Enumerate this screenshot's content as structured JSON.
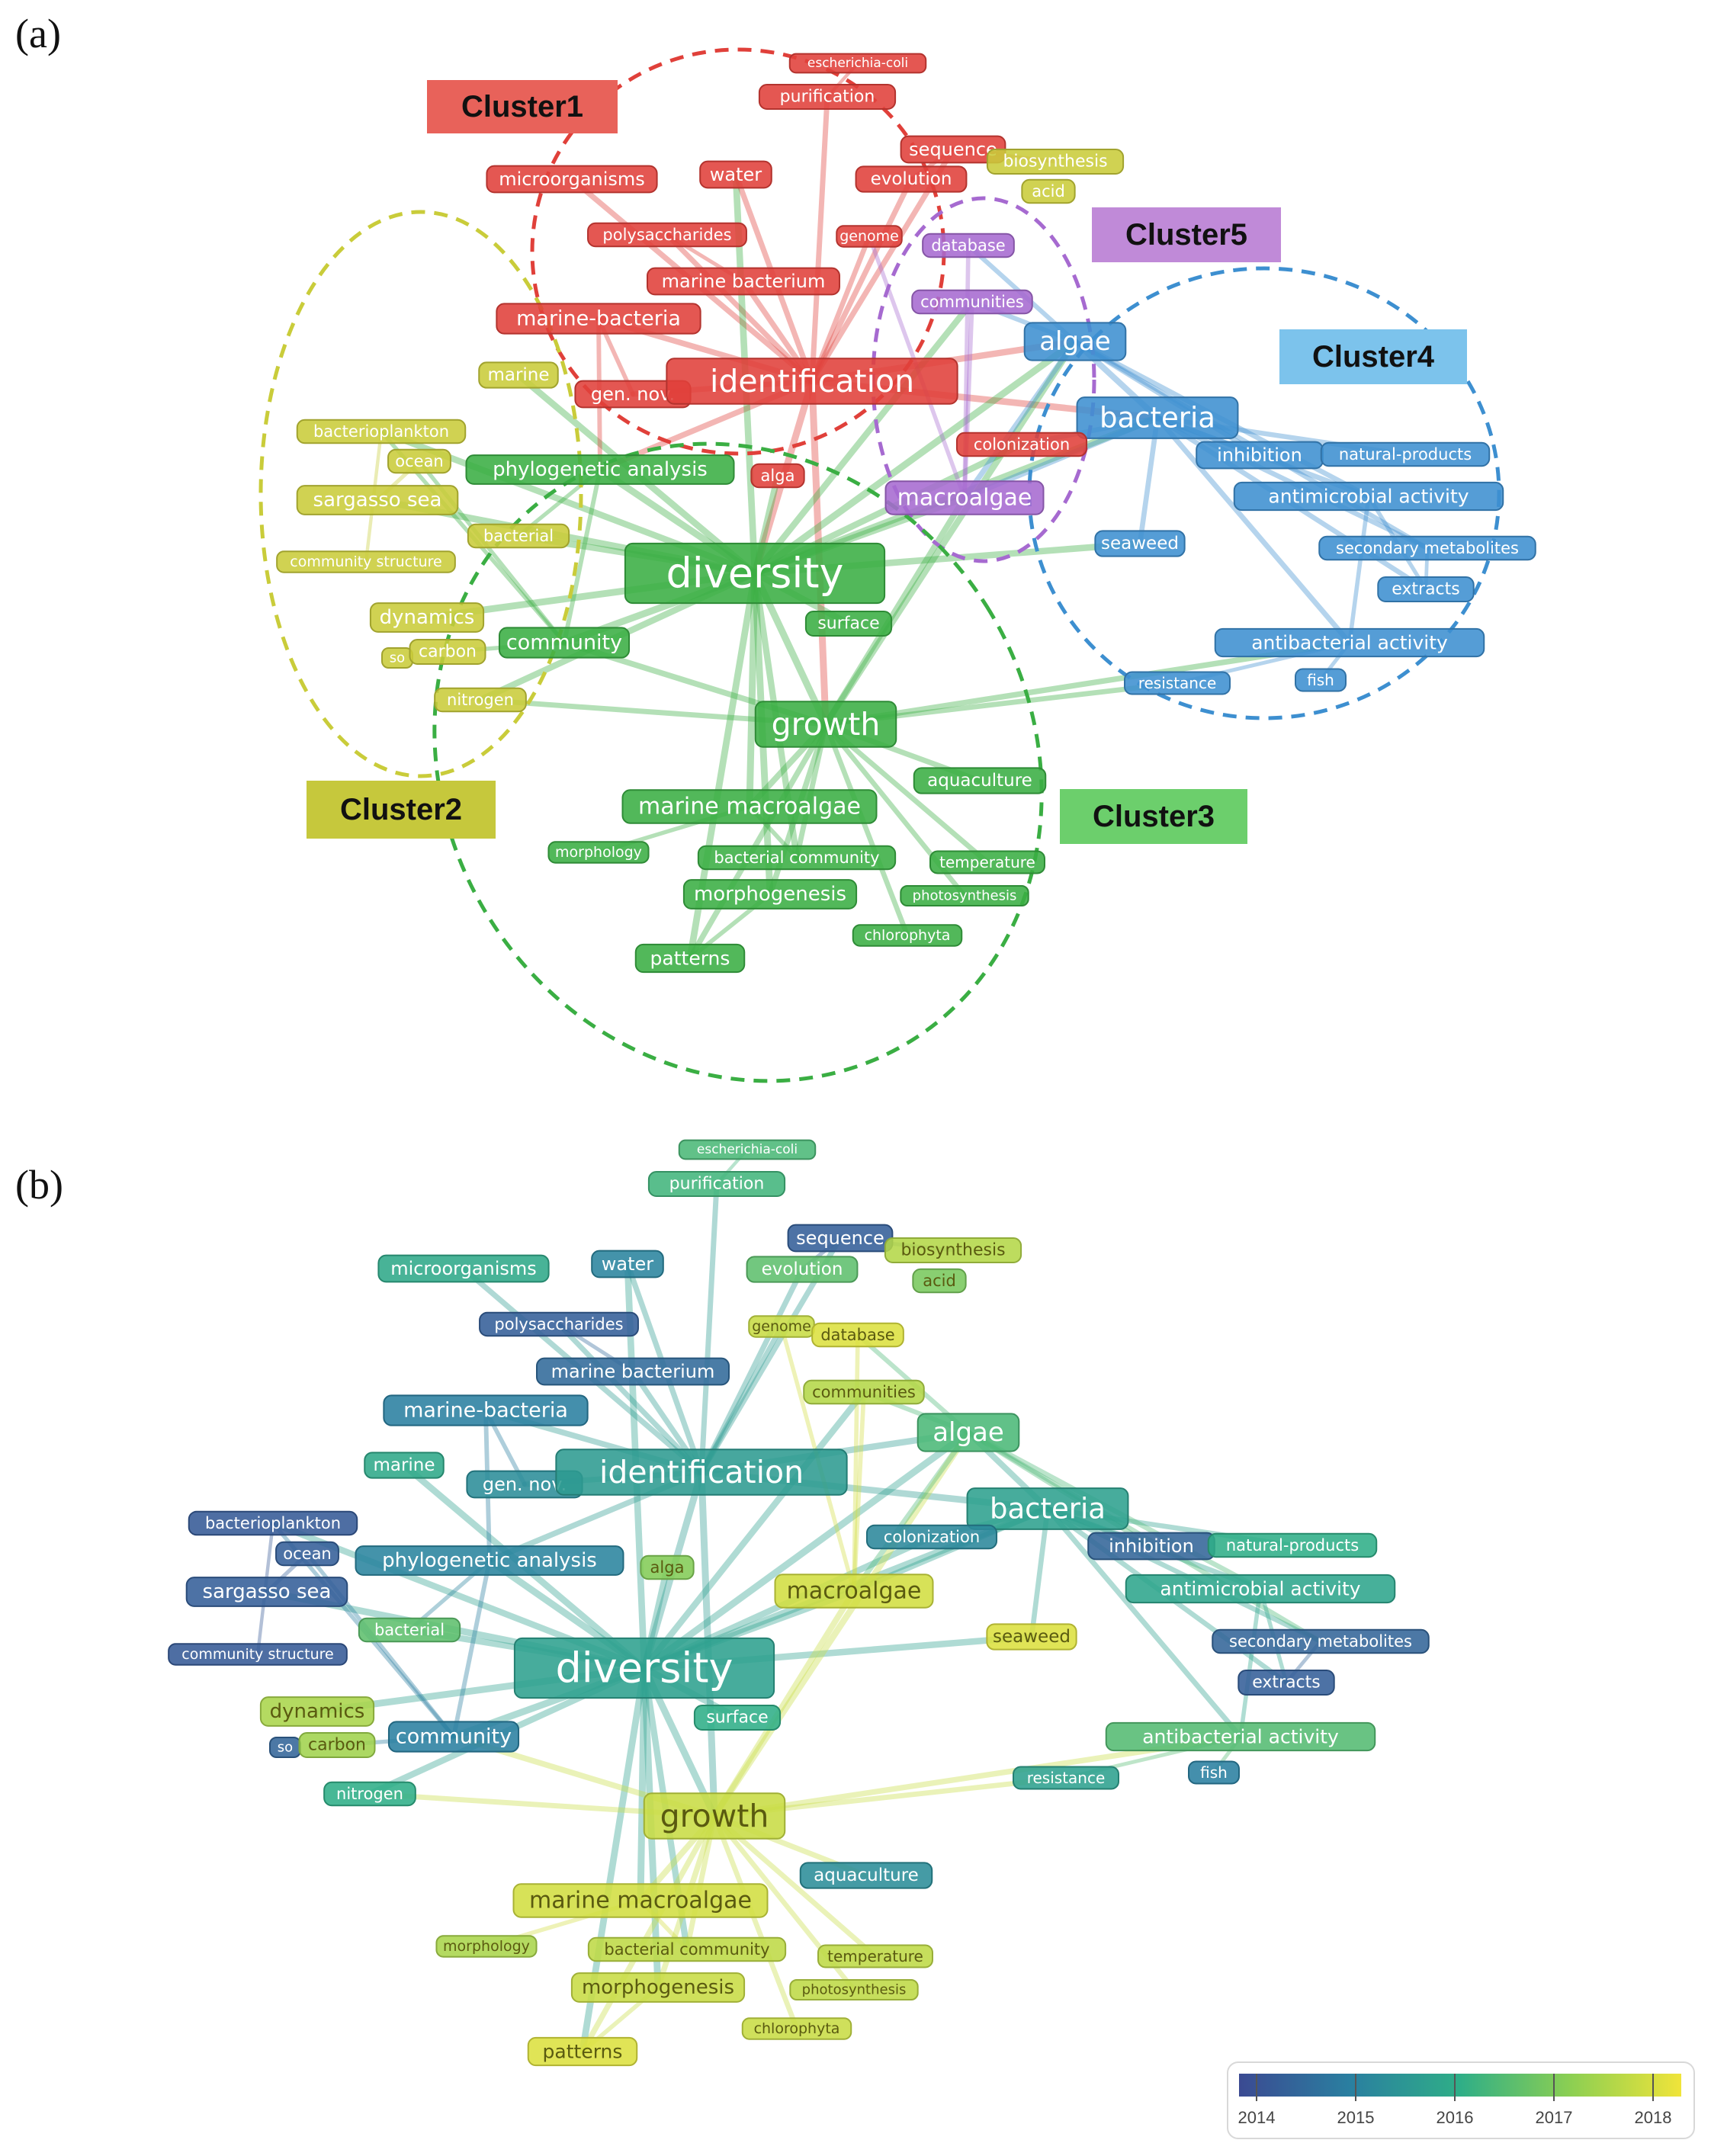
{
  "panel_a_label": "(a)",
  "panel_b_label": "(b)",
  "cluster_colors": {
    "red": "#e0403a",
    "yellow": "#c9cc3a",
    "green": "#3aae43",
    "blue": "#3d8fd0",
    "purple": "#a66ad0"
  },
  "cluster_labels": [
    {
      "text": "Cluster1",
      "color": "#e8625a"
    },
    {
      "text": "Cluster5",
      "color": "#c08ad8"
    },
    {
      "text": "Cluster4",
      "color": "#7cc3ec"
    },
    {
      "text": "Cluster2",
      "color": "#c6c83c"
    },
    {
      "text": "Cluster3",
      "color": "#6ccf6c"
    }
  ],
  "keywords": [
    {
      "label": "escherichia-coli",
      "cluster": "red",
      "year": 2016.3
    },
    {
      "label": "purification",
      "cluster": "red",
      "year": 2016.2
    },
    {
      "label": "sequence",
      "cluster": "red",
      "year": 2014.4
    },
    {
      "label": "biosynthesis",
      "cluster": "yellow",
      "year": 2017.4
    },
    {
      "label": "acid",
      "cluster": "yellow",
      "year": 2016.8
    },
    {
      "label": "water",
      "cluster": "red",
      "year": 2015.1
    },
    {
      "label": "evolution",
      "cluster": "red",
      "year": 2016.5
    },
    {
      "label": "microorganisms",
      "cluster": "red",
      "year": 2015.9
    },
    {
      "label": "polysaccharides",
      "cluster": "red",
      "year": 2014.4
    },
    {
      "label": "genome",
      "cluster": "red",
      "year": 2017.6
    },
    {
      "label": "database",
      "cluster": "purple",
      "year": 2017.8
    },
    {
      "label": "marine bacterium",
      "cluster": "red",
      "year": 2014.6
    },
    {
      "label": "communities",
      "cluster": "purple",
      "year": 2017.4
    },
    {
      "label": "marine-bacteria",
      "cluster": "red",
      "year": 2015.0
    },
    {
      "label": "algae",
      "cluster": "blue",
      "year": 2016.3
    },
    {
      "label": "marine",
      "cluster": "yellow",
      "year": 2015.9
    },
    {
      "label": "gen. nov.",
      "cluster": "red",
      "year": 2015.3
    },
    {
      "label": "identification",
      "cluster": "red",
      "year": 2015.6
    },
    {
      "label": "bacteria",
      "cluster": "blue",
      "year": 2015.7
    },
    {
      "label": "bacterioplankton",
      "cluster": "yellow",
      "year": 2014.3
    },
    {
      "label": "ocean",
      "cluster": "yellow",
      "year": 2014.4
    },
    {
      "label": "inhibition",
      "cluster": "blue",
      "year": 2014.5
    },
    {
      "label": "natural-products",
      "cluster": "blue",
      "year": 2016.0
    },
    {
      "label": "colonization",
      "cluster": "red",
      "year": 2015.2
    },
    {
      "label": "phylogenetic analysis",
      "cluster": "green",
      "year": 2015.1
    },
    {
      "label": "alga",
      "cluster": "red",
      "year": 2016.9
    },
    {
      "label": "sargasso sea",
      "cluster": "yellow",
      "year": 2014.4
    },
    {
      "label": "antimicrobial activity",
      "cluster": "blue",
      "year": 2015.8
    },
    {
      "label": "macroalgae",
      "cluster": "purple",
      "year": 2017.7
    },
    {
      "label": "bacterial",
      "cluster": "yellow",
      "year": 2016.5
    },
    {
      "label": "seaweed",
      "cluster": "blue",
      "year": 2017.8
    },
    {
      "label": "community structure",
      "cluster": "yellow",
      "year": 2014.3
    },
    {
      "label": "secondary metabolites",
      "cluster": "blue",
      "year": 2014.5
    },
    {
      "label": "diversity",
      "cluster": "green",
      "year": 2015.7
    },
    {
      "label": "extracts",
      "cluster": "blue",
      "year": 2014.4
    },
    {
      "label": "dynamics",
      "cluster": "yellow",
      "year": 2017.3
    },
    {
      "label": "surface",
      "cluster": "green",
      "year": 2016.0
    },
    {
      "label": "so",
      "cluster": "yellow",
      "year": 2014.5
    },
    {
      "label": "carbon",
      "cluster": "yellow",
      "year": 2017.2
    },
    {
      "label": "community",
      "cluster": "green",
      "year": 2015.0
    },
    {
      "label": "antibacterial activity",
      "cluster": "blue",
      "year": 2016.4
    },
    {
      "label": "resistance",
      "cluster": "blue",
      "year": 2015.7
    },
    {
      "label": "fish",
      "cluster": "blue",
      "year": 2015.0
    },
    {
      "label": "nitrogen",
      "cluster": "yellow",
      "year": 2016.0
    },
    {
      "label": "growth",
      "cluster": "green",
      "year": 2017.6
    },
    {
      "label": "aquaculture",
      "cluster": "green",
      "year": 2015.3
    },
    {
      "label": "marine macroalgae",
      "cluster": "green",
      "year": 2017.7
    },
    {
      "label": "morphology",
      "cluster": "green",
      "year": 2017.3
    },
    {
      "label": "bacterial community",
      "cluster": "green",
      "year": 2017.5
    },
    {
      "label": "temperature",
      "cluster": "green",
      "year": 2017.5
    },
    {
      "label": "morphogenesis",
      "cluster": "green",
      "year": 2017.6
    },
    {
      "label": "photosynthesis",
      "cluster": "green",
      "year": 2017.5
    },
    {
      "label": "chlorophyta",
      "cluster": "green",
      "year": 2017.6
    },
    {
      "label": "patterns",
      "cluster": "green",
      "year": 2017.8
    }
  ],
  "colorbar": {
    "ticks": [
      "2014",
      "2015",
      "2016",
      "2017",
      "2018"
    ],
    "stops": [
      "#3b4a92",
      "#2a7fa0",
      "#2fae87",
      "#8ccf52",
      "#f0e43a"
    ]
  }
}
